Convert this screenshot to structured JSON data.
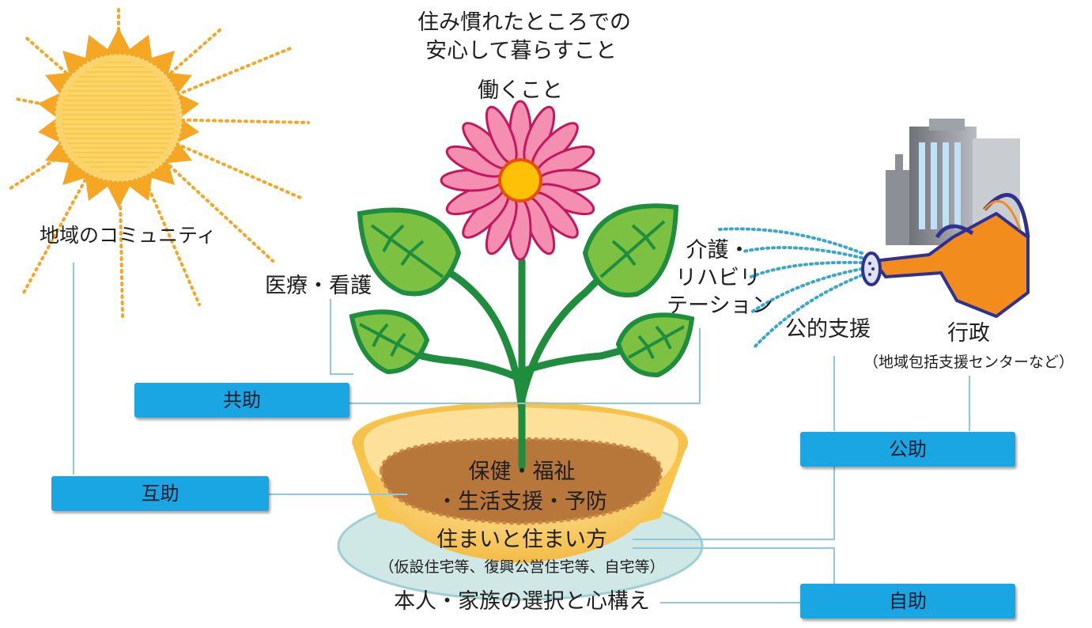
{
  "goal": {
    "line1": "住み慣れたところでの",
    "line2": "安心して暮らすこと",
    "work": "働くこと"
  },
  "elements": {
    "community": "地域のコミュニティ",
    "medical": "医療・看護",
    "care_line1": "介護・",
    "care_line2": "リハビリ",
    "care_line3": "テーション",
    "public_support": "公的支援",
    "government": "行政",
    "government_note": "（地域包括支援センターなど）",
    "soil_line1": "保健・福祉",
    "soil_line2": "・生活支援・予防",
    "housing": "住まいと住まい方",
    "housing_note": "（仮設住宅等、復興公営住宅等、自宅等）",
    "base": "本人・家族の選択と心構え"
  },
  "tags": {
    "kyojo": "共助",
    "gojo": "互助",
    "kojo": "公助",
    "jijo": "自助"
  },
  "colors": {
    "tag_blue": "#1aa6e2",
    "connector": "#8fc7e0",
    "sun_orange": "#f5a623",
    "petal_pink": "#f48fb1",
    "leaf_green": "#7cc142",
    "stem_green": "#1e8e3e",
    "pot_yellow": "#f6c24a",
    "soil_brown": "#b8773a",
    "water_dots": "#38a7cf",
    "can_orange": "#f28c1c"
  }
}
